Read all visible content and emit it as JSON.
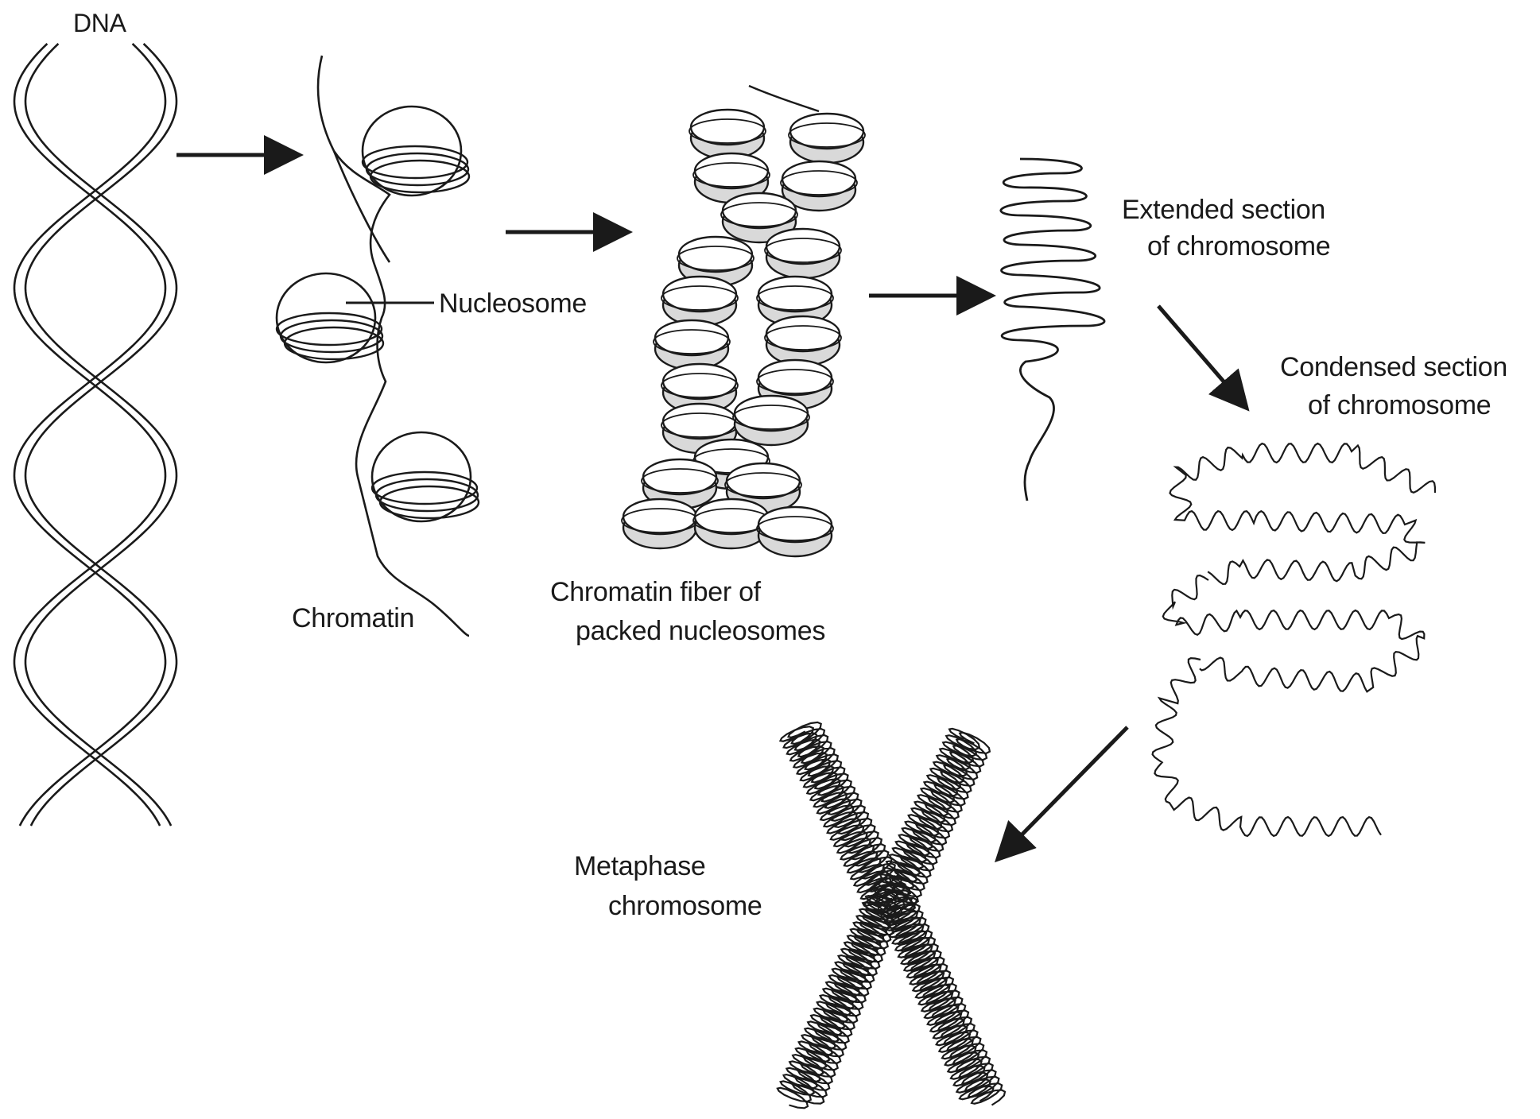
{
  "labels": {
    "dna": "DNA",
    "nucleosome": "Nucleosome",
    "chromatin": "Chromatin",
    "fiber_line1": "Chromatin fiber of",
    "fiber_line2": "packed nucleosomes",
    "extended_line1": "Extended section",
    "extended_line2": "of chromosome",
    "condensed_line1": "Condensed section",
    "condensed_line2": "of chromosome",
    "metaphase_line1": "Metaphase",
    "metaphase_line2": "chromosome"
  },
  "colors": {
    "ink": "#1a1a1a",
    "nucleosome_fill": "#d9d9d9",
    "background": "#ffffff"
  }
}
